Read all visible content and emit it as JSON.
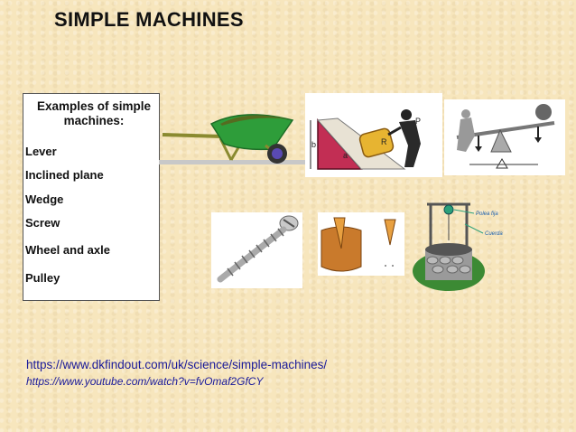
{
  "title": "SIMPLE MACHINES",
  "examples": {
    "heading": "Examples of simple machines:",
    "items": [
      "Lever",
      "Inclined plane",
      "Wedge",
      "Screw",
      "Wheel and axle",
      "Pulley"
    ]
  },
  "links": {
    "dkfindout": "https://www.dkfindout.com/uk/science/simple-machines/",
    "youtube": "https://www.youtube.com/watch?v=fvOmaf2GfCY"
  },
  "illustrations": {
    "inclined_plane_labels": {
      "b": "b",
      "a": "a",
      "r": "R",
      "p": "P"
    },
    "pulley_labels": {
      "fixed": "Polea fija",
      "rope": "Cuerda"
    }
  },
  "colors": {
    "link": "#1a1a9a",
    "background": "#f7e6bd"
  }
}
